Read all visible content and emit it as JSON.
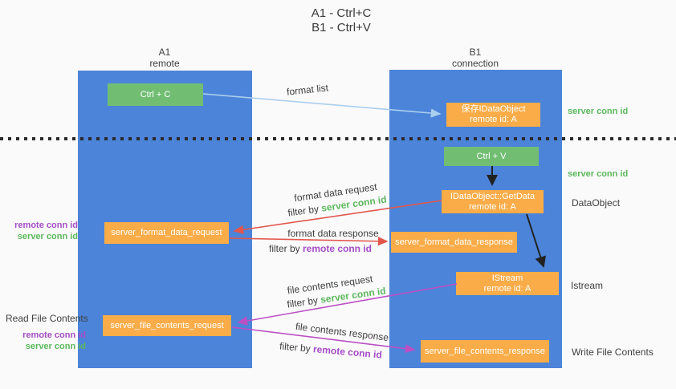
{
  "title": {
    "line1": "A1 - Ctrl+C",
    "line2": "B1 - Ctrl+V"
  },
  "columns": {
    "left": {
      "id": "A1",
      "role": "remote"
    },
    "right": {
      "id": "B1",
      "role": "connection"
    }
  },
  "boxes": {
    "ctrl_c": "Ctrl + C",
    "ctrl_v": "Ctrl + V",
    "saved_dataobject": {
      "line1": "保存IDataObject",
      "line2": "remote id: A"
    },
    "getdata": {
      "line1": "IDataObject::GetData",
      "line2": "remote id: A"
    },
    "istream": {
      "line1": "IStream",
      "line2": "remote id: A"
    },
    "format_request": "server_format_data_request",
    "format_response": "server_format_data_response",
    "file_request": "server_file_contents_request",
    "file_response": "server_file_contents_response"
  },
  "arrow_labels": {
    "format_list": "format list",
    "format_data_request": "format data request",
    "format_data_response": "format data response",
    "file_contents_request": "file contents request",
    "file_contents_response": "file contents response",
    "filter_by": "filter by ",
    "server_conn_id": "server conn id",
    "remote_conn_id": "remote conn id"
  },
  "side_labels": {
    "left_top": {
      "remote": "remote conn id",
      "server": "server conn id"
    },
    "read_file": "Read File Contents",
    "left_bottom": {
      "remote": "remote conn id",
      "server": "server conn id"
    },
    "right": {
      "server_conn_id_1": "server conn id",
      "server_conn_id_2": "server conn id",
      "dataobject": "DataObject",
      "istream": "Istream",
      "write_file": "Write File Contents"
    }
  },
  "colors": {
    "lane_blue": "#4C84D9",
    "box_green": "#71BE73",
    "box_orange": "#F9AC48",
    "arrow_light_blue": "#AACFEF",
    "arrow_red": "#E2574C",
    "arrow_magenta": "#BC4FC4",
    "arrow_black": "#222222",
    "label_green": "#5CB85C",
    "label_purple": "#A64CC8"
  }
}
